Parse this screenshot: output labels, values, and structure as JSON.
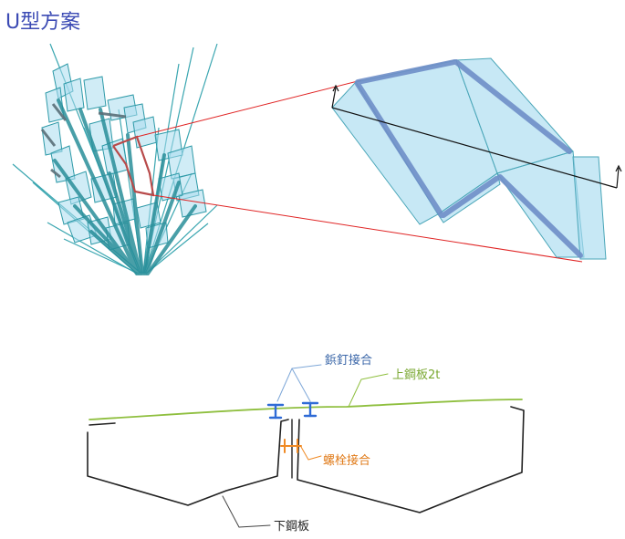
{
  "title": "U型方案",
  "labels": {
    "rivet_joint": "鋲釘接合",
    "upper_plate": "上鋼板2t",
    "bolt_joint": "螺栓接合",
    "lower_plate": "下鋼板"
  },
  "colors": {
    "title": "#3c4bb4",
    "rivet": "#2f6bd6",
    "rivet_text": "#3a66a8",
    "upper": "#8fbf3f",
    "upper_text": "#7aa832",
    "bolt": "#f08a24",
    "bolt_text": "#e07a18",
    "lower": "#222222",
    "leader_red": "#e02424",
    "panel_fill": "#a9dcef",
    "panel_stroke": "#4aa6b8"
  }
}
